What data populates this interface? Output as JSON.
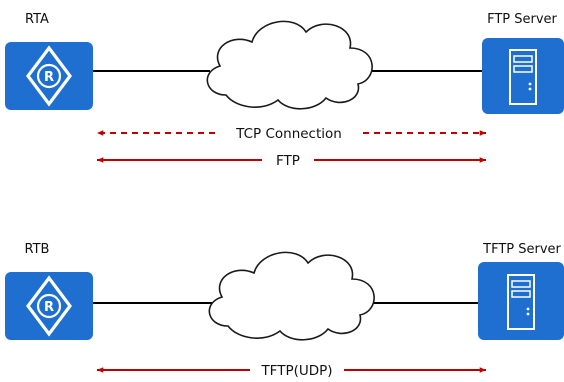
{
  "colors": {
    "arrow": "#c00000",
    "device": "#1f6fd0",
    "line": "#000000",
    "cloud_stroke": "#1a1a1a"
  },
  "icons": {
    "router": "router-icon",
    "server": "server-icon",
    "cloud": "network-cloud-icon"
  },
  "top": {
    "router_label": "RTA",
    "server_label": "FTP Server",
    "tcp_label": "TCP Connection",
    "ftp_label": "FTP"
  },
  "bottom": {
    "router_label": "RTB",
    "server_label": "TFTP Server",
    "tftp_label": "TFTP(UDP)"
  }
}
